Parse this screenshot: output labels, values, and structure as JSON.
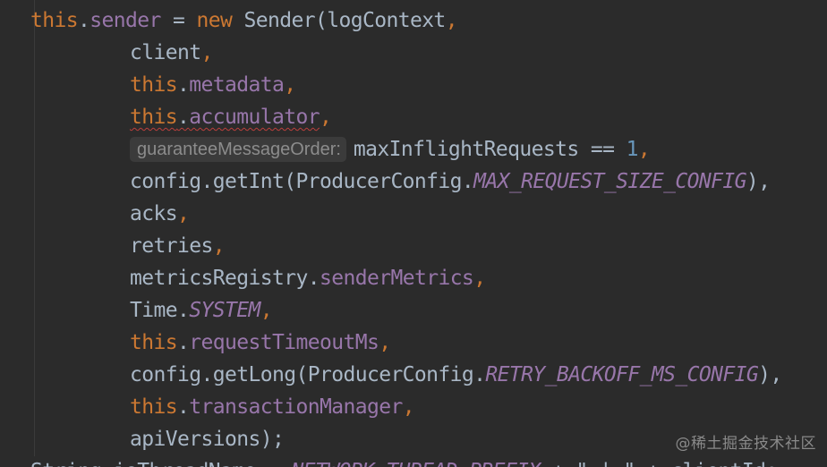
{
  "editor": {
    "lines": [
      {
        "indent": 0,
        "tokens": [
          {
            "t": "this",
            "k": "kw"
          },
          {
            "t": ".",
            "k": "plain"
          },
          {
            "t": "sender",
            "k": "field"
          },
          {
            "t": " = ",
            "k": "plain"
          },
          {
            "t": "new",
            "k": "kw"
          },
          {
            "t": " Sender(logContext",
            "k": "plain"
          },
          {
            "t": ",",
            "k": "kw"
          }
        ]
      },
      {
        "indent": 1,
        "tokens": [
          {
            "t": "client",
            "k": "plain"
          },
          {
            "t": ",",
            "k": "kw"
          }
        ]
      },
      {
        "indent": 1,
        "tokens": [
          {
            "t": "this",
            "k": "kw"
          },
          {
            "t": ".",
            "k": "plain"
          },
          {
            "t": "metadata",
            "k": "field"
          },
          {
            "t": ",",
            "k": "kw"
          }
        ]
      },
      {
        "indent": 1,
        "tokens": [
          {
            "t": "this",
            "k": "kw",
            "err": true
          },
          {
            "t": ".",
            "k": "plain",
            "err": true
          },
          {
            "t": "accumulator",
            "k": "field",
            "err": true
          },
          {
            "t": ",",
            "k": "kw"
          }
        ]
      },
      {
        "indent": 1,
        "hint": "guaranteeMessageOrder:",
        "tokens": [
          {
            "t": "maxInflightRequests == ",
            "k": "plain"
          },
          {
            "t": "1",
            "k": "num"
          },
          {
            "t": ",",
            "k": "kw"
          }
        ]
      },
      {
        "indent": 1,
        "tokens": [
          {
            "t": "config.getInt(ProducerConfig.",
            "k": "plain"
          },
          {
            "t": "MAX_REQUEST_SIZE_CONFIG",
            "k": "const"
          },
          {
            "t": "),",
            "k": "plain"
          }
        ]
      },
      {
        "indent": 1,
        "tokens": [
          {
            "t": "acks",
            "k": "plain"
          },
          {
            "t": ",",
            "k": "kw"
          }
        ]
      },
      {
        "indent": 1,
        "tokens": [
          {
            "t": "retries",
            "k": "plain"
          },
          {
            "t": ",",
            "k": "kw"
          }
        ]
      },
      {
        "indent": 1,
        "tokens": [
          {
            "t": "metricsRegistry.",
            "k": "plain"
          },
          {
            "t": "senderMetrics",
            "k": "field"
          },
          {
            "t": ",",
            "k": "kw"
          }
        ]
      },
      {
        "indent": 1,
        "tokens": [
          {
            "t": "Time.",
            "k": "plain"
          },
          {
            "t": "SYSTEM",
            "k": "const"
          },
          {
            "t": ",",
            "k": "kw"
          }
        ]
      },
      {
        "indent": 1,
        "tokens": [
          {
            "t": "this",
            "k": "kw"
          },
          {
            "t": ".",
            "k": "plain"
          },
          {
            "t": "requestTimeoutMs",
            "k": "field"
          },
          {
            "t": ",",
            "k": "kw"
          }
        ]
      },
      {
        "indent": 1,
        "tokens": [
          {
            "t": "config.getLong(ProducerConfig.",
            "k": "plain"
          },
          {
            "t": "RETRY_BACKOFF_MS_CONFIG",
            "k": "const"
          },
          {
            "t": "),",
            "k": "plain"
          }
        ]
      },
      {
        "indent": 1,
        "tokens": [
          {
            "t": "this",
            "k": "kw"
          },
          {
            "t": ".",
            "k": "plain"
          },
          {
            "t": "transactionManager",
            "k": "field"
          },
          {
            "t": ",",
            "k": "kw"
          }
        ]
      },
      {
        "indent": 1,
        "tokens": [
          {
            "t": "apiVersions);",
            "k": "plain"
          }
        ]
      },
      {
        "indent": 0,
        "tokens": [
          {
            "t": "String ioThreadName = ",
            "k": "plain"
          },
          {
            "t": "NETWORK_THREAD_PREFIX",
            "k": "const"
          },
          {
            "t": " + ",
            "k": "plain"
          },
          {
            "t": "\" | \"",
            "k": "plain"
          },
          {
            "t": " + clientId;",
            "k": "plain"
          }
        ]
      }
    ]
  },
  "watermark": "@稀土掘金技术社区",
  "colors": {
    "background": "#2b2b2b",
    "keyword": "#cc7832",
    "field": "#9876aa",
    "number": "#6897bb",
    "text": "#a9b7c6",
    "hint_background": "#3b3b3b",
    "hint_text": "#8c8c8c"
  }
}
